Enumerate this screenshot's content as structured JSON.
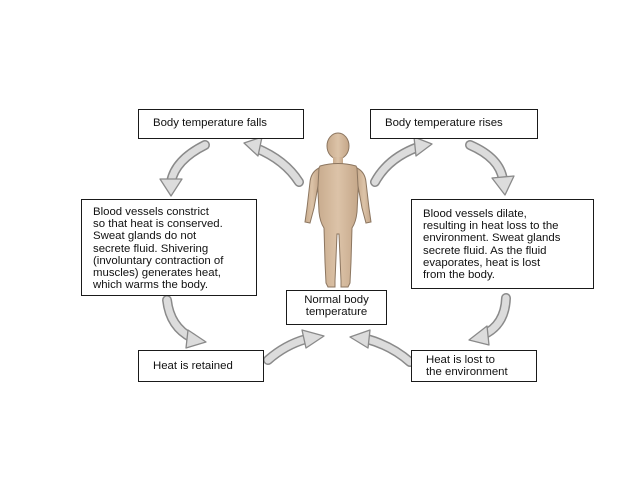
{
  "diagram": {
    "top_left": {
      "text": "Body temperature falls"
    },
    "top_right": {
      "text": "Body temperature rises"
    },
    "left_middle": {
      "lines": [
        "Blood vessels constrict",
        "so that heat is conserved.",
        "Sweat glands do not",
        "secrete fluid. Shivering",
        "(involuntary contraction of",
        "muscles) generates heat,",
        "which warms the body."
      ]
    },
    "right_middle": {
      "lines": [
        "Blood vessels dilate,",
        "resulting in heat loss to the",
        "environment. Sweat glands",
        "secrete fluid. As the fluid",
        "evaporates, heat is lost",
        "from the body."
      ]
    },
    "center": {
      "lines": [
        "Normal body",
        "temperature"
      ]
    },
    "bottom_left": {
      "text": "Heat is retained"
    },
    "bottom_right": {
      "lines": [
        "Heat is lost to",
        "the environment"
      ]
    },
    "colors": {
      "skin": "#d8bca0",
      "skin_stroke": "#8c7660",
      "arrow_fill": "#dcdcdc",
      "arrow_stroke": "#8a8a8a",
      "border": "#1a1a1a"
    }
  }
}
